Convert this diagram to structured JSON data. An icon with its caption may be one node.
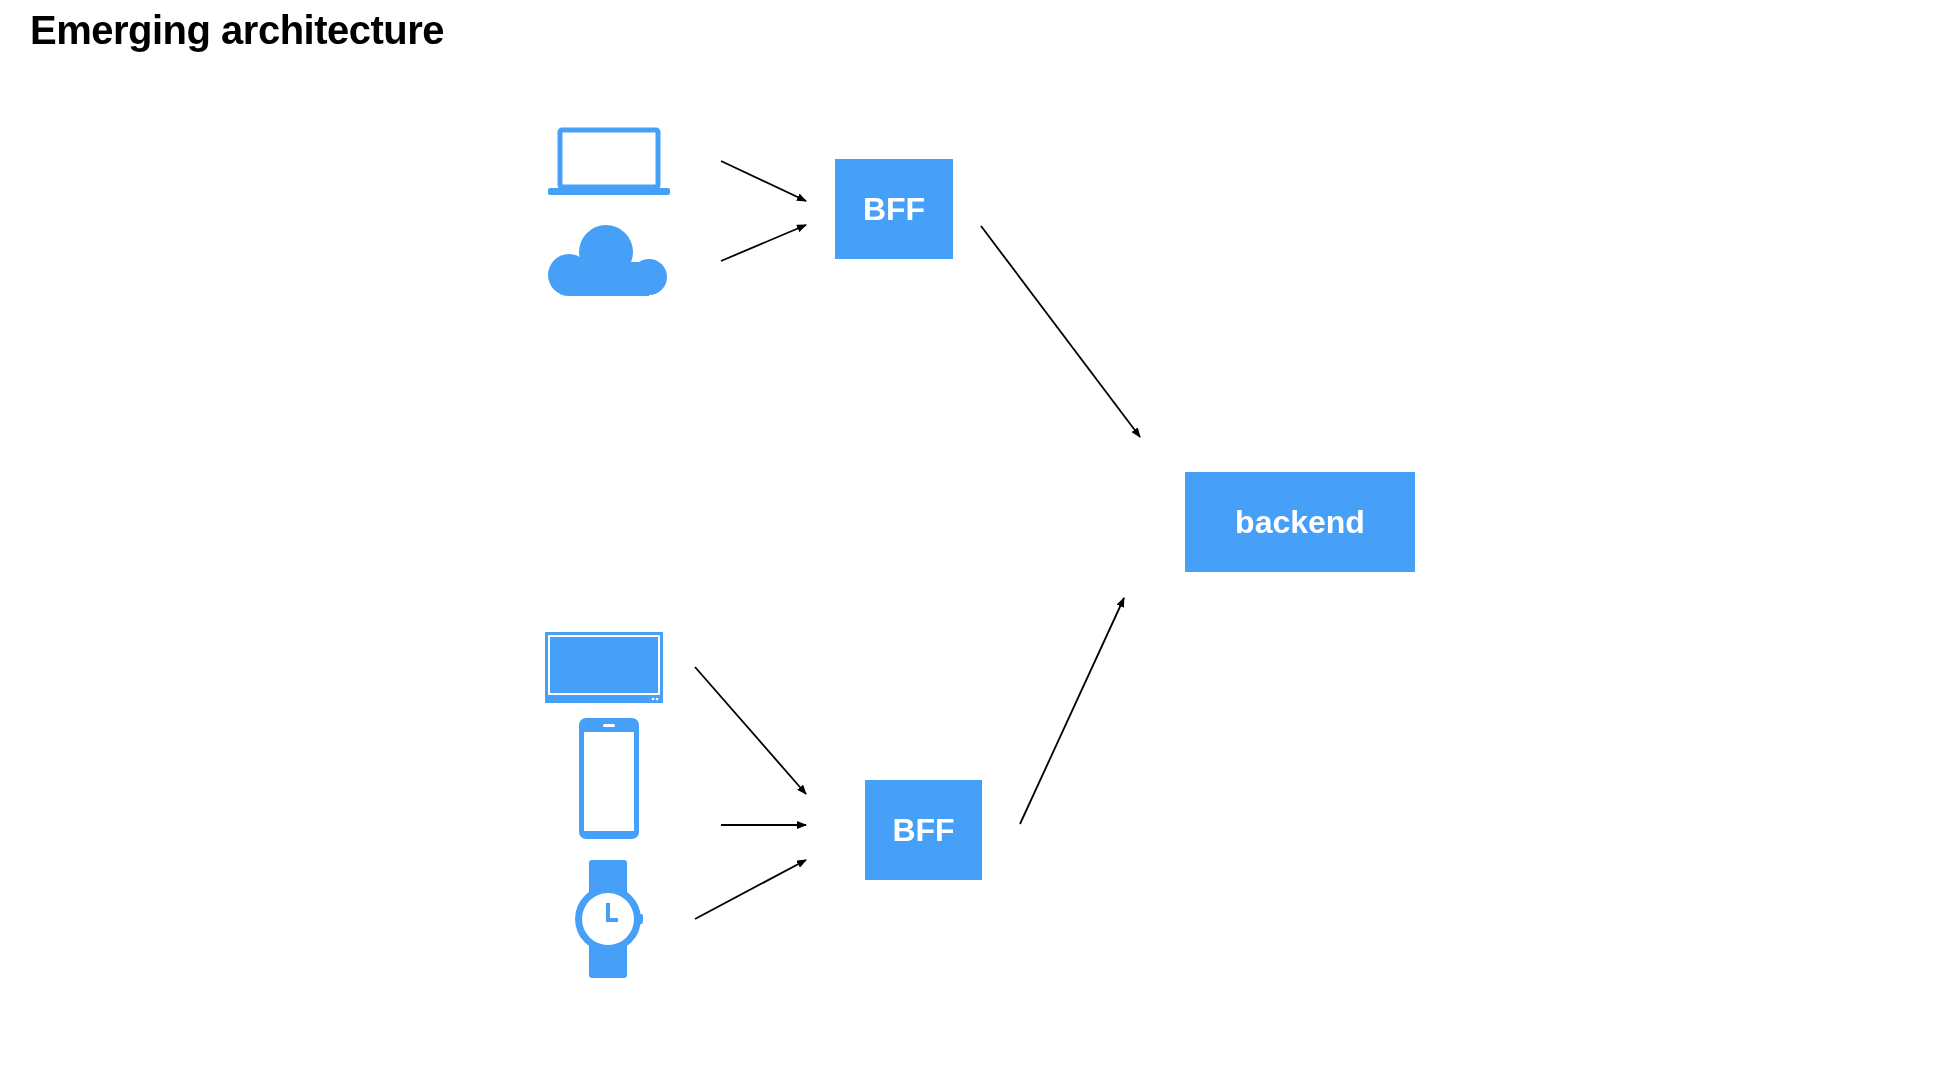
{
  "diagram": {
    "title": "Emerging architecture",
    "nodes": [
      {
        "text": [],
        "shape": "laptop"
      },
      {
        "text": [],
        "shape": "cloud"
      },
      {
        "text": [
          "BFF"
        ]
      },
      {
        "text": [
          "backend"
        ]
      },
      {
        "text": [],
        "shape": "tablet"
      },
      {
        "text": [],
        "shape": "phone"
      },
      {
        "text": [],
        "shape": "watch"
      },
      {
        "text": [
          "BFF"
        ]
      }
    ],
    "edges": [
      {
        "from": 0,
        "to": 2,
        "arrow": "to"
      },
      {
        "from": 1,
        "to": 2,
        "arrow": "to"
      },
      {
        "from": 2,
        "to": 3,
        "arrow": "to"
      },
      {
        "from": 4,
        "to": 7,
        "arrow": "to"
      },
      {
        "from": 5,
        "to": 7,
        "arrow": "to"
      },
      {
        "from": 6,
        "to": 7,
        "arrow": "to"
      },
      {
        "from": 7,
        "to": 3,
        "arrow": "to"
      }
    ]
  }
}
